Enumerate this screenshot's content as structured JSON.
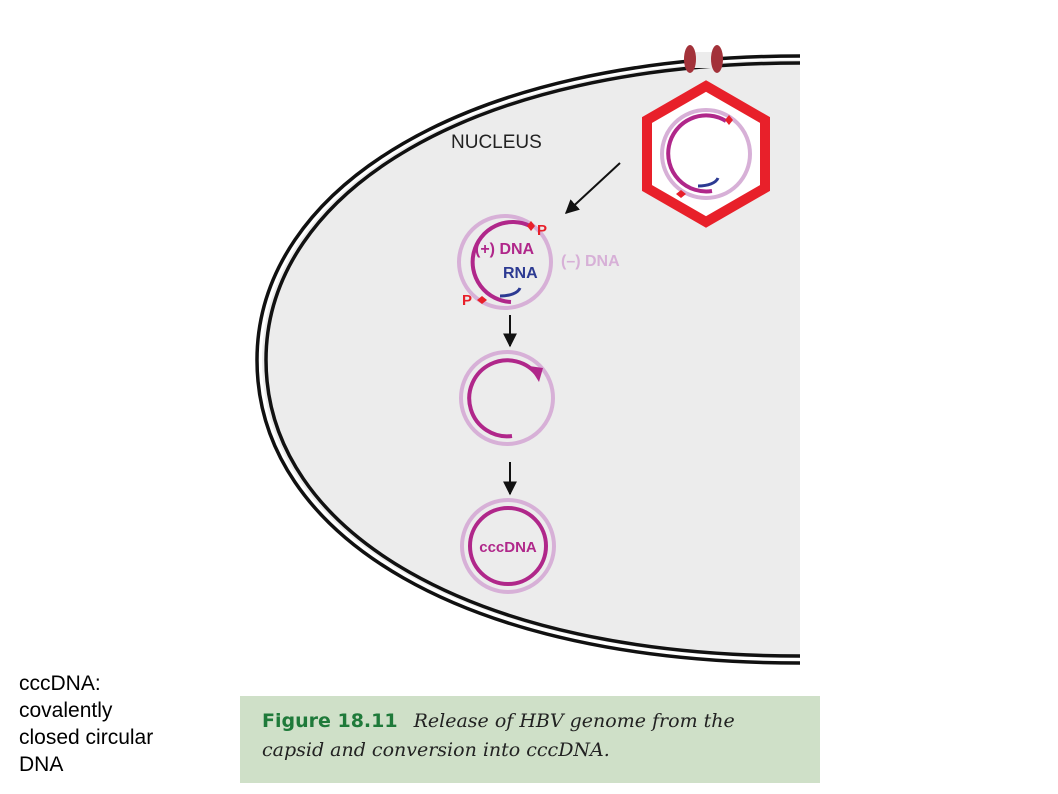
{
  "diagram": {
    "nucleus_label": "NUCLEUS",
    "plus_dna_label": "(+) DNA",
    "rna_label": "RNA",
    "minus_dna_label": "(–) DNA",
    "phosphate_label": "P",
    "cccdna_label": "cccDNA"
  },
  "side_note": {
    "lines": [
      "cccDNA:",
      "covalently",
      "closed circular",
      "DNA"
    ]
  },
  "caption": {
    "figure_label": "Figure 18.11",
    "text": "Release of HBV genome from the capsid and conversion into cccDNA."
  },
  "colors": {
    "nucleus_fill": "#ececec",
    "membrane": "#111111",
    "nuclear_pore": "#a3323a",
    "capsid": "#e8202a",
    "minus_strand": "#d7b0d7",
    "plus_strand": "#b0278a",
    "rna": "#2c3a92",
    "phosphate": "#e8202a",
    "caption_bg": "#cfe0c8",
    "figure_label": "#1f7a3a"
  }
}
